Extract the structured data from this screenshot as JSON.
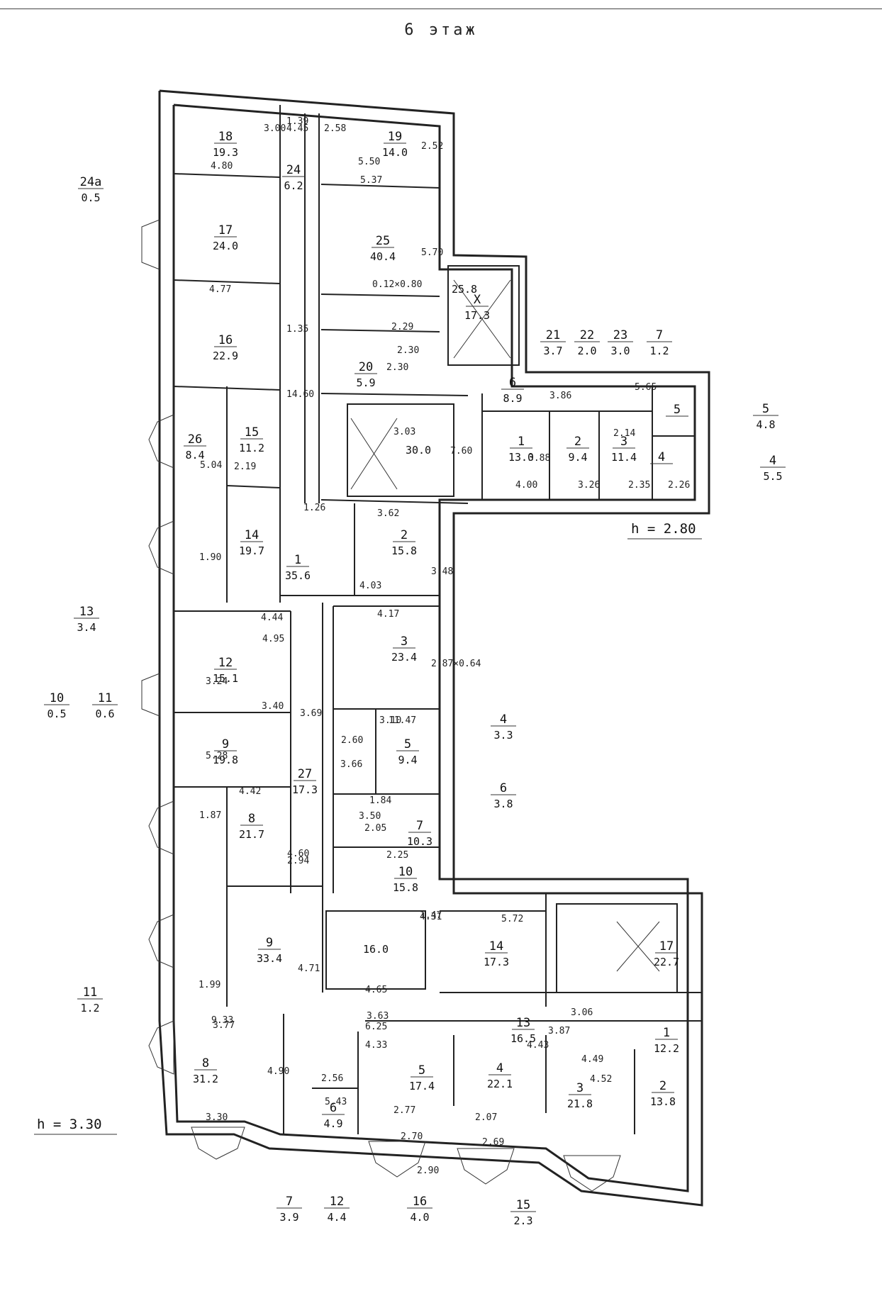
{
  "title": "6 этаж",
  "heights": [
    "h = 2.80",
    "h = 3.30"
  ],
  "rooms": [
    {
      "no": "18",
      "area": "19.3"
    },
    {
      "no": "19",
      "area": "14.0"
    },
    {
      "no": "24",
      "area": "6.2"
    },
    {
      "no": "17",
      "area": "24.0"
    },
    {
      "no": "25",
      "area": "40.4"
    },
    {
      "no": "16",
      "area": "22.9"
    },
    {
      "no": "20",
      "area": "5.9"
    },
    {
      "no": "26",
      "area": "8.4"
    },
    {
      "no": "15",
      "area": "11.2"
    },
    {
      "no": "14",
      "area": "19.7"
    },
    {
      "no": "1",
      "area": "35.6"
    },
    {
      "no": "2",
      "area": "15.8"
    },
    {
      "no": "12",
      "area": "15.1"
    },
    {
      "no": "3",
      "area": "23.4"
    },
    {
      "no": "9",
      "area": "19.8"
    },
    {
      "no": "5",
      "area": "9.4"
    },
    {
      "no": "27",
      "area": "17.3"
    },
    {
      "no": "8",
      "area": "21.7"
    },
    {
      "no": "7",
      "area": "10.3"
    },
    {
      "no": "10",
      "area": "15.8"
    },
    {
      "no": "9",
      "area": "33.4"
    },
    {
      "no": "14",
      "area": "17.3"
    },
    {
      "no": "17",
      "area": "22.7"
    },
    {
      "no": "13",
      "area": "16.5"
    },
    {
      "no": "8",
      "area": "31.2"
    },
    {
      "no": "1",
      "area": "12.2"
    },
    {
      "no": "5",
      "area": "17.4"
    },
    {
      "no": "4",
      "area": "22.1"
    },
    {
      "no": "3",
      "area": "21.8"
    },
    {
      "no": "2",
      "area": "13.8"
    },
    {
      "no": "6",
      "area": "4.9"
    },
    {
      "no": "6",
      "area": "8.9"
    },
    {
      "no": "1",
      "area": "13.0"
    },
    {
      "no": "2",
      "area": "9.4"
    },
    {
      "no": "3",
      "area": "11.4"
    },
    {
      "no": "4",
      "area": ""
    },
    {
      "no": "5",
      "area": ""
    },
    {
      "no": "X",
      "area": "17.3"
    }
  ],
  "stairs": [
    "30.0",
    "16.0",
    "25.8"
  ],
  "balconies": [
    {
      "no": "24a",
      "area": "0.5"
    },
    {
      "no": "13",
      "area": "3.4"
    },
    {
      "no": "10",
      "area": "0.5"
    },
    {
      "no": "11",
      "area": "0.6"
    },
    {
      "no": "11",
      "area": "1.2"
    },
    {
      "no": "21",
      "area": "3.7"
    },
    {
      "no": "22",
      "area": "2.0"
    },
    {
      "no": "23",
      "area": "3.0"
    },
    {
      "no": "7",
      "area": "1.2"
    },
    {
      "no": "5",
      "area": "4.8"
    },
    {
      "no": "4",
      "area": "5.5"
    },
    {
      "no": "4",
      "area": "3.3"
    },
    {
      "no": "6",
      "area": "3.8"
    },
    {
      "no": "7",
      "area": "3.9"
    },
    {
      "no": "12",
      "area": "4.4"
    },
    {
      "no": "16",
      "area": "4.0"
    },
    {
      "no": "15",
      "area": "2.3"
    }
  ],
  "dimensions": [
    "4.80",
    "5.50",
    "5.37",
    "5.70",
    "4.77",
    "3.00",
    "4.45",
    "2.58",
    "2.52",
    "1.39",
    "1.35",
    "14.60",
    "0.12×0.80",
    "2.29",
    "2.30",
    "2.30",
    "2.19",
    "1.26",
    "3.62",
    "3.48",
    "4.03",
    "4.17",
    "2.87×0.64",
    "4.44",
    "4.95",
    "3.24",
    "3.40",
    "5.28",
    "3.69",
    "3.10",
    "11.47",
    "2.60",
    "3.66",
    "1.84",
    "2.05",
    "3.50",
    "4.42",
    "4.60",
    "2.94",
    "2.25",
    "1.47",
    "4.71",
    "4.31",
    "5.72",
    "4.65",
    "3.63",
    "3.87",
    "6.25",
    "4.33",
    "4.43",
    "4.49",
    "4.52",
    "3.77",
    "3.30",
    "9.33",
    "4.90",
    "2.56",
    "5.43",
    "2.77",
    "2.07",
    "2.70",
    "2.69",
    "2.90",
    "3.06",
    "3.03",
    "7.60",
    "3.86",
    "5.65",
    "3.88",
    "4.00",
    "3.26",
    "2.35",
    "2.26",
    "2.14",
    "5.04",
    "1.90",
    "1.87",
    "1.99"
  ]
}
